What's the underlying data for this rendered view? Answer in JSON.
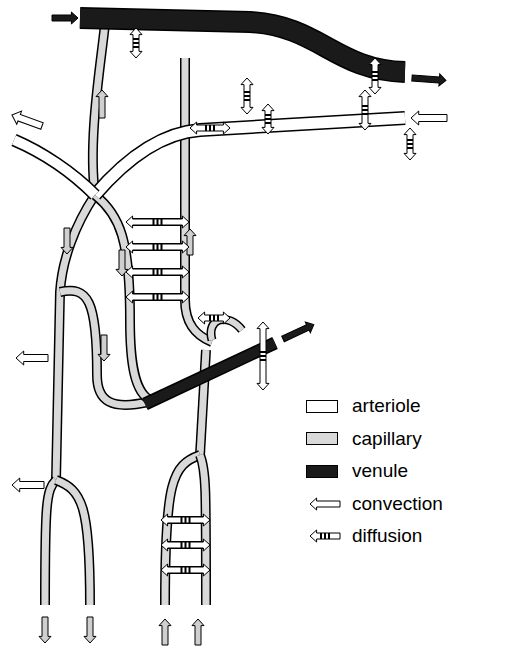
{
  "diagram": {
    "legend": [
      {
        "text": "arteriole",
        "color": "#ffffff"
      },
      {
        "text": "capillary",
        "color": "#d9d9d9"
      },
      {
        "text": "venule",
        "color": "#1a1a1a"
      },
      {
        "text": "convection"
      },
      {
        "text": "diffusion"
      }
    ]
  }
}
